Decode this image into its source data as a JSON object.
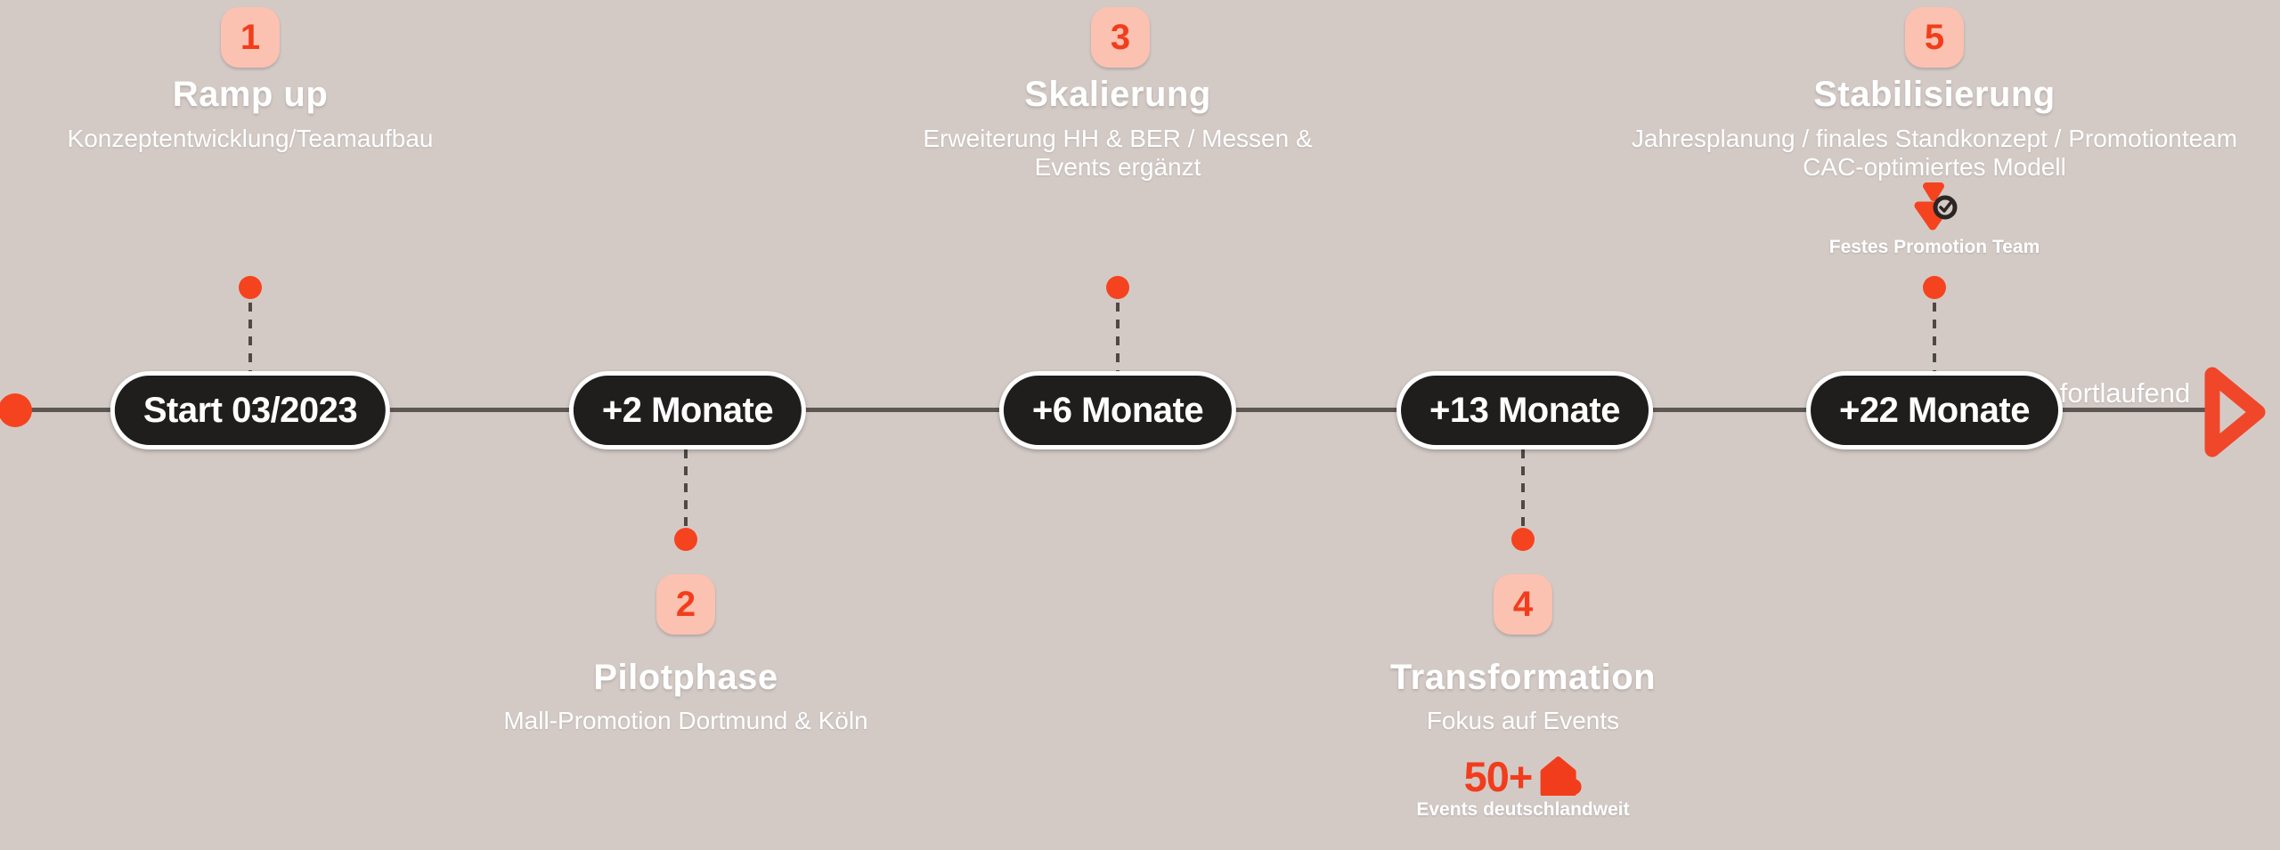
{
  "colors": {
    "background": "#d3cac6",
    "accent_red": "#f5431f",
    "badge_background": "#fbc1b1",
    "badge_number": "#f23d1c",
    "pill_background": "#201e1d",
    "pill_border": "#ffffff",
    "timeline_line": "#5d5754",
    "connector_dash": "#4e4945",
    "text_white": "#ffffff",
    "check_ring_dark": "#2b2523"
  },
  "icons": {
    "continue_arrow": "play-arrow-icon",
    "team_check": "team-check-icon",
    "events_house": "house-icon"
  },
  "timeline": {
    "continuation_label": "fortlaufend",
    "milestones": [
      {
        "number": "1",
        "title": "Ramp up",
        "subtitle_lines": [
          "Konzeptentwicklung/Teamaufbau"
        ],
        "pill_label": "Start 03/2023",
        "side": "top"
      },
      {
        "number": "2",
        "title": "Pilotphase",
        "subtitle_lines": [
          "Mall-Promotion Dortmund & Köln"
        ],
        "pill_label": "+2 Monate",
        "side": "bottom"
      },
      {
        "number": "3",
        "title": "Skalierung",
        "subtitle_lines": [
          "Erweiterung HH & BER / Messen &",
          "Events ergänzt"
        ],
        "pill_label": "+6 Monate",
        "side": "top"
      },
      {
        "number": "4",
        "title": "Transformation",
        "subtitle_lines": [
          "Fokus auf Events"
        ],
        "pill_label": "+13 Monate",
        "side": "bottom",
        "stat": {
          "value": "50+",
          "label": "Events deutschlandweit"
        }
      },
      {
        "number": "5",
        "title": "Stabilisierung",
        "subtitle_lines": [
          "Jahresplanung / finales Standkonzept / Promotionteam",
          "CAC-optimiertes Modell"
        ],
        "pill_label": "+22 Monate",
        "side": "top",
        "callout": {
          "label": "Festes Promotion Team"
        }
      }
    ]
  }
}
